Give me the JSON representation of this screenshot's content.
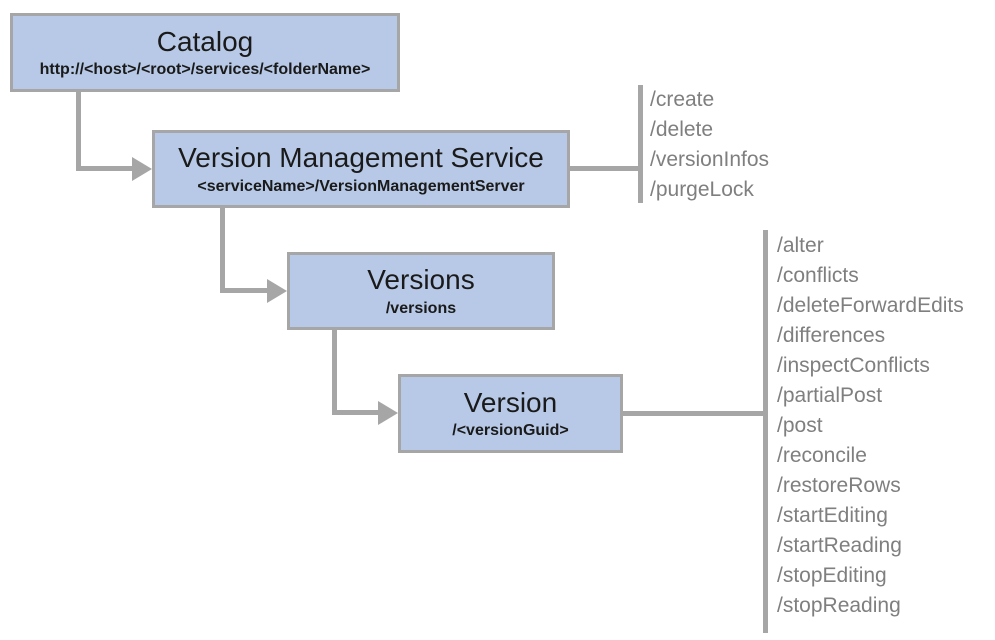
{
  "diagram": {
    "nodes": [
      {
        "id": "catalog",
        "title": "Catalog",
        "subtitle": "http://<host>/<root>/services/<folderName>"
      },
      {
        "id": "vms",
        "title": "Version Management Service",
        "subtitle": "<serviceName>/VersionManagementServer"
      },
      {
        "id": "versions",
        "title": "Versions",
        "subtitle": "/versions"
      },
      {
        "id": "version",
        "title": "Version",
        "subtitle": "/<versionGuid>"
      }
    ],
    "vms_operations": [
      "/create",
      "/delete",
      "/versionInfos",
      "/purgeLock"
    ],
    "version_operations": [
      "/alter",
      "/conflicts",
      "/deleteForwardEdits",
      "/differences",
      "/inspectConflicts",
      "/partialPost",
      "/post",
      "/reconcile",
      "/restoreRows",
      "/startEditing",
      "/startReading",
      "/stopEditing",
      "/stopReading"
    ],
    "colors": {
      "node_fill": "#b7c9e6",
      "node_border": "#a6a6a6",
      "connector": "#a6a6a6",
      "operation_text": "#7f7f7f",
      "title_text": "#1a1a1a"
    }
  }
}
